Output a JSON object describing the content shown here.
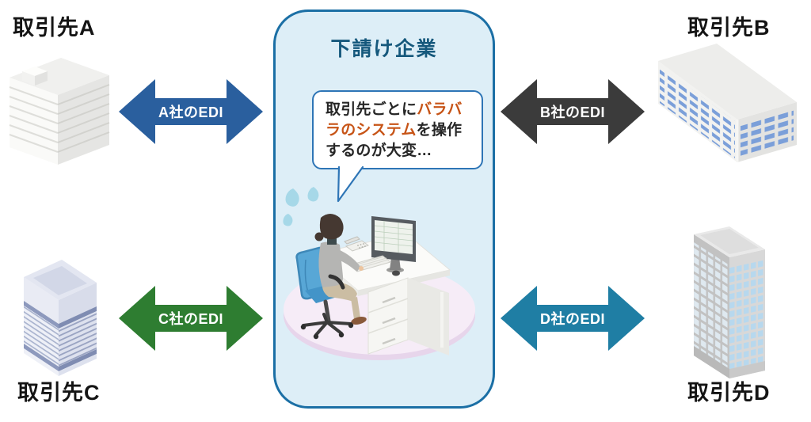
{
  "panel": {
    "title": "下請け企業",
    "bubble": {
      "text_before": "取引先ごとに",
      "text_highlight": "バラバラのシステム",
      "text_after": "を操作するのが大変…"
    }
  },
  "partners": [
    {
      "id": "A",
      "label": "取引先A",
      "edi_label": "A社のEDI",
      "arrow_color": "#2a5f9e",
      "position": "top-left"
    },
    {
      "id": "B",
      "label": "取引先B",
      "edi_label": "B社のEDI",
      "arrow_color": "#3b3b3b",
      "position": "top-right"
    },
    {
      "id": "C",
      "label": "取引先C",
      "edi_label": "C社のEDI",
      "arrow_color": "#2e7d31",
      "position": "bottom-left"
    },
    {
      "id": "D",
      "label": "取引先D",
      "edi_label": "D社のEDI",
      "arrow_color": "#1f7ea4",
      "position": "bottom-right"
    }
  ],
  "colors": {
    "panel_bg": "#ddeef7",
    "panel_border": "#1b6fa5",
    "title_text": "#15587c",
    "bubble_border": "#2e75b6",
    "bubble_text": "#262626",
    "highlight_text": "#c75417",
    "partner_label_text": "#141414",
    "arrow_label_text": "#ffffff"
  }
}
